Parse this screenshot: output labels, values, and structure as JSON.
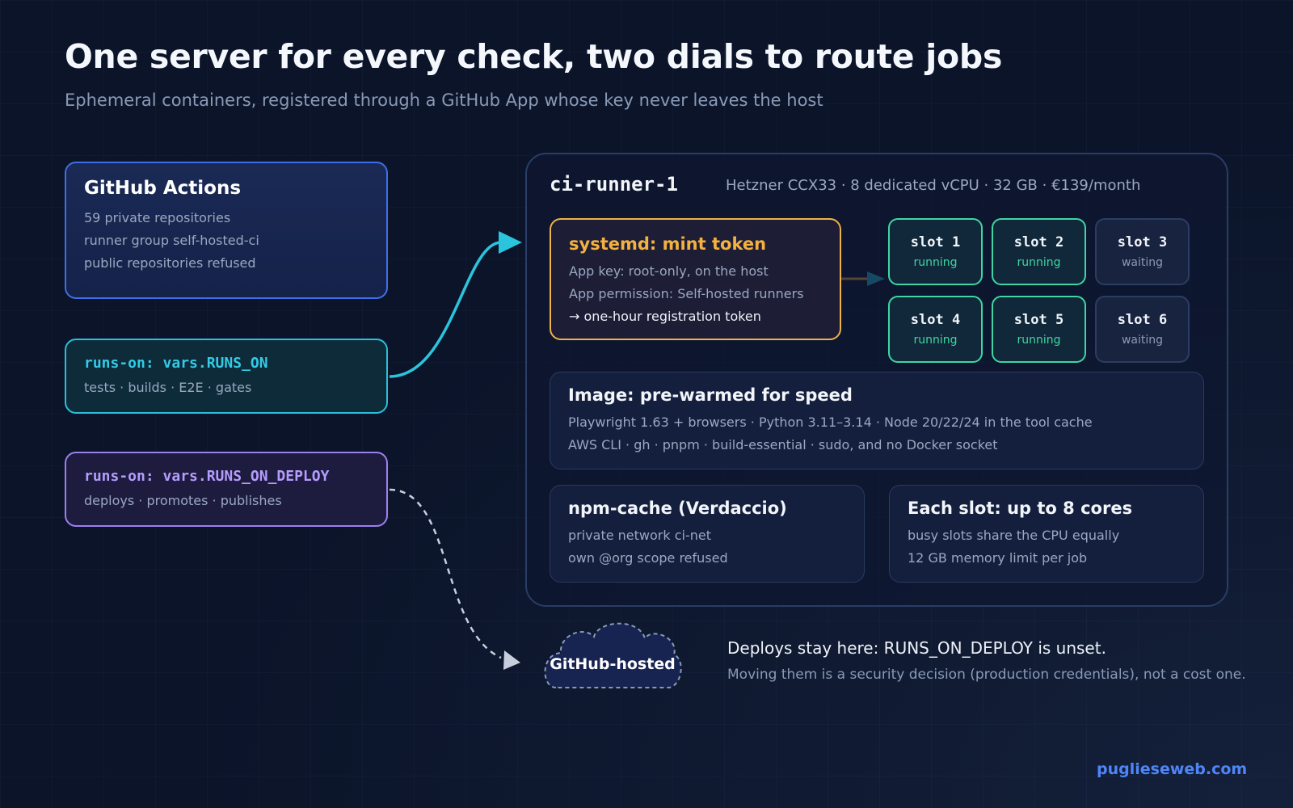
{
  "title": "One server for every check, two dials to route jobs",
  "subtitle": "Ephemeral containers, registered through a GitHub App whose key never leaves the host",
  "github_actions": {
    "title": "GitHub Actions",
    "lines": [
      "59 private repositories",
      "runner group self-hosted-ci",
      "public repositories refused"
    ]
  },
  "runs_on": {
    "title": "runs-on: vars.RUNS_ON",
    "subtitle": "tests · builds · E2E · gates"
  },
  "runs_on_deploy": {
    "title": "runs-on: vars.RUNS_ON_DEPLOY",
    "subtitle": "deploys · promotes · publishes"
  },
  "server": {
    "name": "ci-runner-1",
    "spec": "Hetzner CCX33 · 8 dedicated vCPU · 32 GB · €139/month"
  },
  "token": {
    "title": "systemd: mint token",
    "lines": [
      "App key: root-only, on the host",
      "App permission: Self-hosted runners",
      "→ one-hour registration token"
    ]
  },
  "slots": [
    {
      "name": "slot 1",
      "state": "running"
    },
    {
      "name": "slot 2",
      "state": "running"
    },
    {
      "name": "slot 3",
      "state": "waiting"
    },
    {
      "name": "slot 4",
      "state": "running"
    },
    {
      "name": "slot 5",
      "state": "running"
    },
    {
      "name": "slot 6",
      "state": "waiting"
    }
  ],
  "image": {
    "title": "Image: pre-warmed for speed",
    "lines": [
      "Playwright 1.63 + browsers · Python 3.11–3.14 · Node 20/22/24 in the tool cache",
      "AWS CLI · gh · pnpm · build-essential · sudo, and no Docker socket"
    ]
  },
  "npm_cache": {
    "title": "npm-cache (Verdaccio)",
    "lines": [
      "private network ci-net",
      "own @org scope refused"
    ]
  },
  "slot_info": {
    "title": "Each slot: up to 8 cores",
    "lines": [
      "busy slots share the CPU equally",
      "12 GB memory limit per job"
    ]
  },
  "cloud": {
    "label": "GitHub-hosted"
  },
  "note": {
    "line1": "Deploys stay here: RUNS_ON_DEPLOY is unset.",
    "line2": "Moving them is a security decision (production credentials), not a cost one."
  },
  "brand": "puglieseweb.com",
  "colors": {
    "background": "#0b1429",
    "blue": "#3f6fe6",
    "cyan": "#2bbfd9",
    "purple": "#9d7ff0",
    "orange": "#f0b146",
    "green": "#3fd6a2",
    "link": "#4f86f7"
  }
}
